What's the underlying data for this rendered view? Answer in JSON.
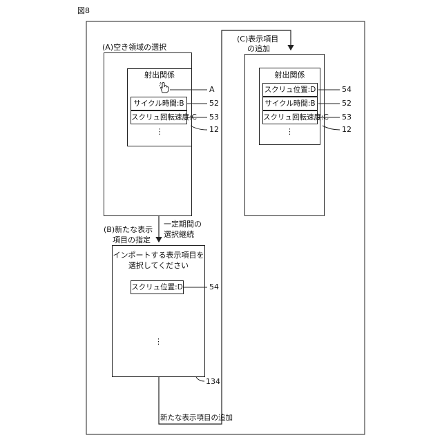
{
  "figure_label": "図8",
  "panel_a": {
    "caption": "(A)空き領域の選択",
    "menu_title": "射出関係",
    "items": [
      "サイクル時間:B",
      "スクリュ回転速度:C"
    ],
    "ellipsis": "⋮",
    "refs": {
      "pointer": "A",
      "item1": "52",
      "item2": "53",
      "panel": "12"
    }
  },
  "transition_ab": {
    "line1": "一定期間の",
    "line2": "選択継続"
  },
  "panel_b": {
    "caption_line1": "(B)新たな表示",
    "caption_line2": "項目の指定",
    "prompt_line1": "インポートする表示項目を",
    "prompt_line2": "選択してください",
    "item": "スクリュ位置:D",
    "ellipsis": "⋮",
    "refs": {
      "item": "54",
      "panel": "134"
    }
  },
  "transition_bc": {
    "label": "新たな表示項目の追加"
  },
  "panel_c": {
    "caption_line1": "(C)表示項目",
    "caption_line2": "の追加",
    "menu_title": "射出関係",
    "items": [
      "スクリュ位置:D",
      "サイクル時間:B",
      "スクリュ回転速度:C"
    ],
    "ellipsis": "⋮",
    "refs": {
      "item1": "54",
      "item2": "52",
      "item3": "53",
      "panel": "12"
    }
  }
}
